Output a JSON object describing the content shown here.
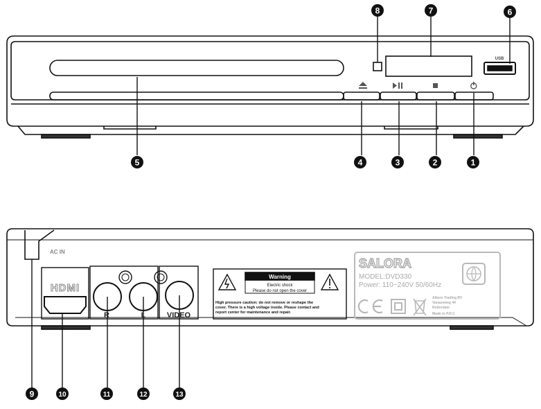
{
  "front": {
    "usb_label": "USB",
    "callouts": [
      {
        "num": "1",
        "part": "power-button"
      },
      {
        "num": "2",
        "part": "stop-button"
      },
      {
        "num": "3",
        "part": "play-pause-button"
      },
      {
        "num": "4",
        "part": "eject-button"
      },
      {
        "num": "5",
        "part": "disc-tray"
      },
      {
        "num": "6",
        "part": "usb-port"
      },
      {
        "num": "7",
        "part": "display-window"
      },
      {
        "num": "8",
        "part": "remote-sensor"
      }
    ]
  },
  "rear": {
    "ac_in_label": "AC IN",
    "hdmi_label": "HDMI",
    "audio_r_label": "R",
    "audio_l_label": "L",
    "video_label": "VIDEO",
    "warning": {
      "title": "Warning",
      "line1": "Electric shock",
      "line2": "Please do not open the cover",
      "caution_1": "High pressure caution: do not remove or reshape the",
      "caution_2": "cover. There is a high voltage inside. Please contact and",
      "caution_3": "report center for maintenance and repair."
    },
    "rating": {
      "brand": "SALORA",
      "model": "MODEL:DVD330",
      "power": "Power: 110~240V  50/60Hz",
      "company_1": "Albers Trading BV",
      "company_2": "Vanaseweg 44",
      "company_3": "Rotterdam",
      "made_in": "Made in P.R.C"
    },
    "callouts": [
      {
        "num": "9",
        "part": "ac-in-cable"
      },
      {
        "num": "10",
        "part": "hdmi-port"
      },
      {
        "num": "11",
        "part": "audio-r-jack"
      },
      {
        "num": "12",
        "part": "audio-l-jack"
      },
      {
        "num": "13",
        "part": "video-jack"
      }
    ]
  }
}
